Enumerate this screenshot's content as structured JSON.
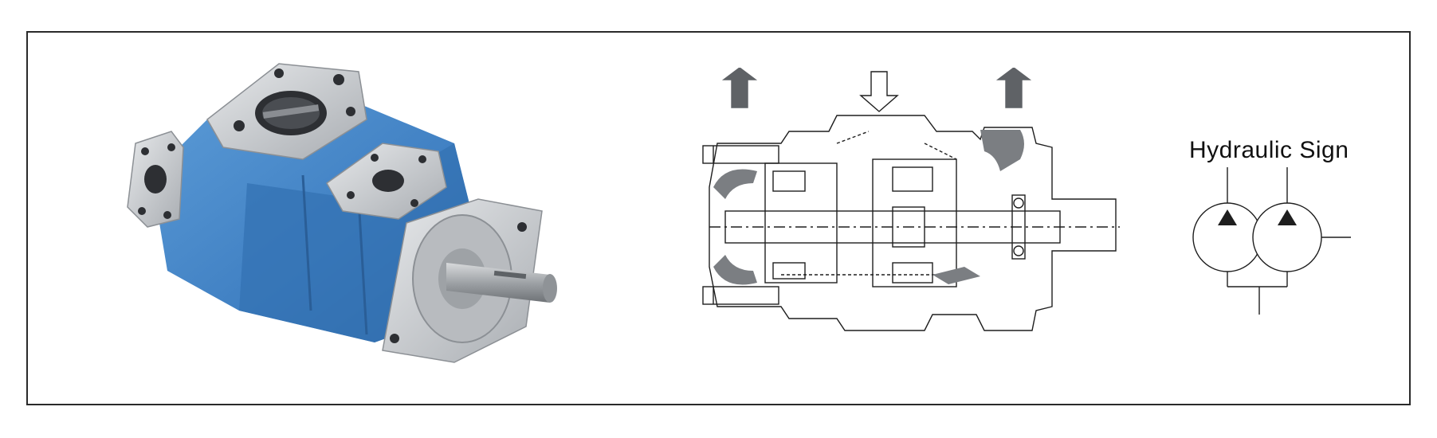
{
  "figure": {
    "hydraulic_label": "Hydraulic Sign",
    "photo_subject_icon": "double-vane-pump-photo",
    "section_icon": "pump-cross-section-drawing",
    "symbol_icon": "double-pump-hydraulic-symbol",
    "colors": {
      "pump_body": "#3f7fc2",
      "pump_body_dark": "#2d5f99",
      "flange_metal": "#c9ccd0",
      "outlet_arrow": "#5f6266",
      "line": "#1e1e1e"
    }
  }
}
